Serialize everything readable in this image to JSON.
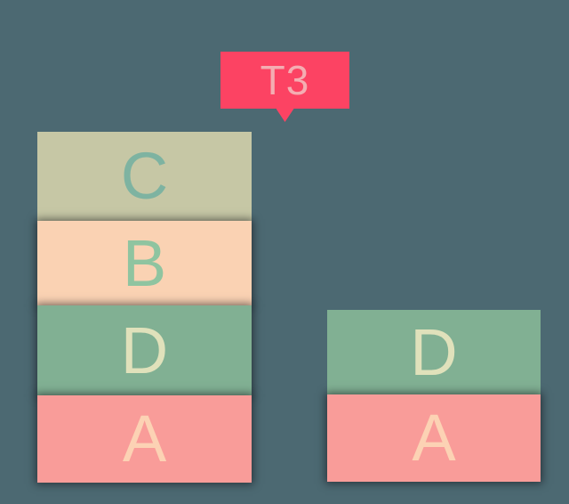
{
  "colors": {
    "background": "#4c6972",
    "tooltip_bg": "#fc4363",
    "tooltip_text": "#f4adb2",
    "block_c_bg": "#c6c7a5",
    "block_c_text": "#7eb3a1",
    "block_b_bg": "#fad2b3",
    "block_b_text": "#8fc4a0",
    "block_d_bg": "#81b093",
    "block_d_text": "#e0e1bb",
    "block_a_bg": "#f99c99",
    "block_a_text": "#fcd2b4"
  },
  "tooltip": {
    "label": "T3"
  },
  "stacks": {
    "left": {
      "blocks": [
        {
          "label": "C"
        },
        {
          "label": "B"
        },
        {
          "label": "D"
        },
        {
          "label": "A"
        }
      ]
    },
    "right": {
      "blocks": [
        {
          "label": "D"
        },
        {
          "label": "A"
        }
      ]
    }
  }
}
